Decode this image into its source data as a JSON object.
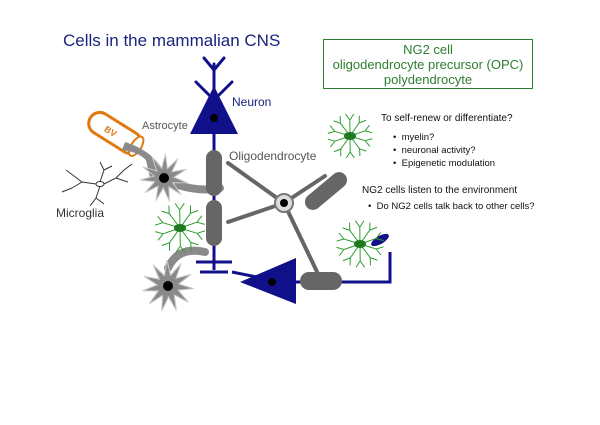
{
  "title": "Cells in the mammalian CNS",
  "ng2_box": {
    "line1": "NG2 cell",
    "line2": "oligodendrocyte precursor (OPC)",
    "line3": "polydendrocyte"
  },
  "labels": {
    "neuron": "Neuron",
    "oligodendrocyte": "Oligodendrocyte",
    "astrocyte": "Astrocyte",
    "bv": "BV",
    "microglia": "Microglia"
  },
  "question": {
    "text": "To self-renew or differentiate?",
    "items": [
      "myelin?",
      "neuronal activity?",
      "Epigenetic modulation"
    ]
  },
  "environment": {
    "text": "NG2 cells listen to the environment",
    "items": [
      "Do NG2 cells talk back to other cells?"
    ]
  },
  "colors": {
    "neuron": "#10108a",
    "ng2": "#2e9d2e",
    "oligodendrocyte": "#555555",
    "astrocyte": "#888888",
    "blood_vessel": "#e07a10",
    "title": "#1a237e"
  }
}
